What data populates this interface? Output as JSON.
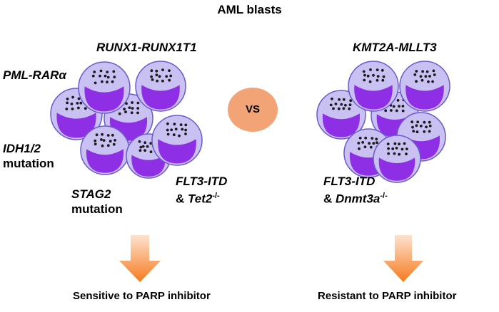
{
  "title": "AML blasts",
  "vs": "VS",
  "left_group": {
    "labels": {
      "runx1": "RUNX1-RUNX1T1",
      "pml": "PML-RARα",
      "idh_gene": "IDH1/2",
      "idh_word": "mutation",
      "stag_gene": "STAG2",
      "stag_word": "mutation",
      "flt3": "FLT3-ITD",
      "amp": "& ",
      "tet_gene": "Tet2",
      "tet_sup": "-/-"
    },
    "outcome": "Sensitive to PARP inhibitor"
  },
  "right_group": {
    "labels": {
      "kmt2a": "KMT2A-MLLT3",
      "flt3": "FLT3-ITD",
      "amp": "& ",
      "dnmt_gene": "Dnmt3a",
      "dnmt_sup": "-/-"
    },
    "outcome": "Resistant to PARP inhibitor"
  },
  "colors": {
    "cell_fill": "#c9c1f2",
    "cell_stroke": "#6a5acd",
    "nucleus": "#8e2fe6",
    "dots": "#1a1a1a",
    "vs_circle": "#f2a477",
    "arrow_light": "#fde3cf",
    "arrow_dark": "#f57a1e"
  }
}
